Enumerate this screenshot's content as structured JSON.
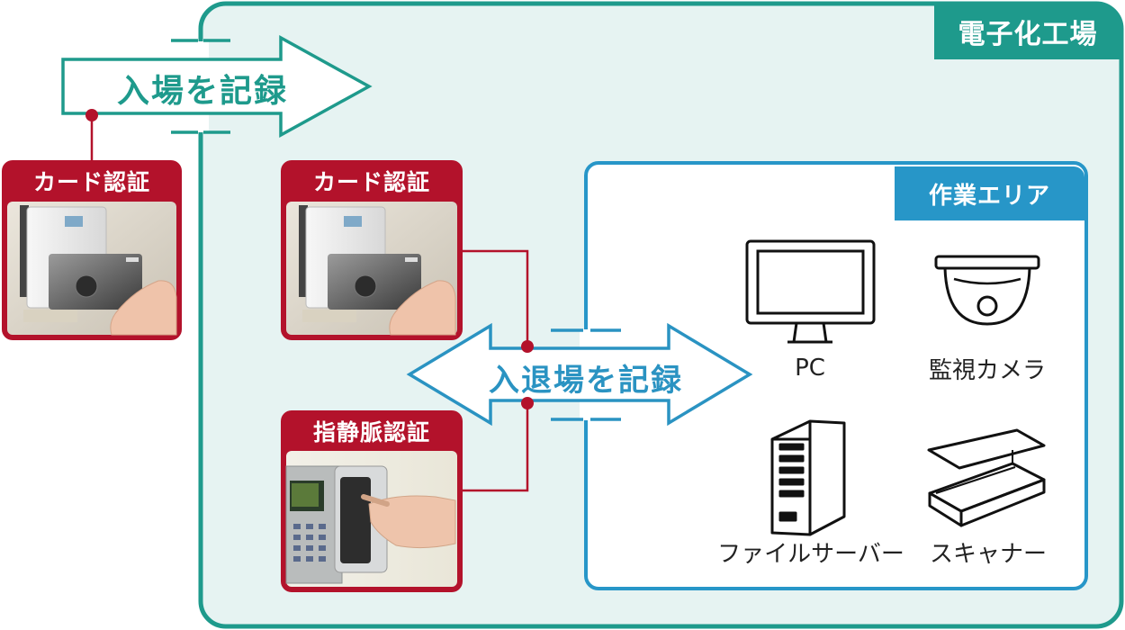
{
  "factory": {
    "label": "電子化工場"
  },
  "work_area": {
    "label": "作業エリア"
  },
  "arrows": {
    "entry": "入場を記録",
    "entry_exit": "入退場を記録"
  },
  "cards": {
    "outside_card": "カード認証",
    "inside_card": "カード認証",
    "inside_vein": "指静脈認証"
  },
  "devices": {
    "pc": "PC",
    "camera": "監視カメラ",
    "file_server": "ファイルサーバー",
    "scanner": "スキャナー"
  },
  "colors": {
    "factory_teal": "#1e9a8c",
    "factory_bg": "#e6f3f2",
    "area_blue": "#2796c8",
    "auth_red": "#b3122b"
  }
}
